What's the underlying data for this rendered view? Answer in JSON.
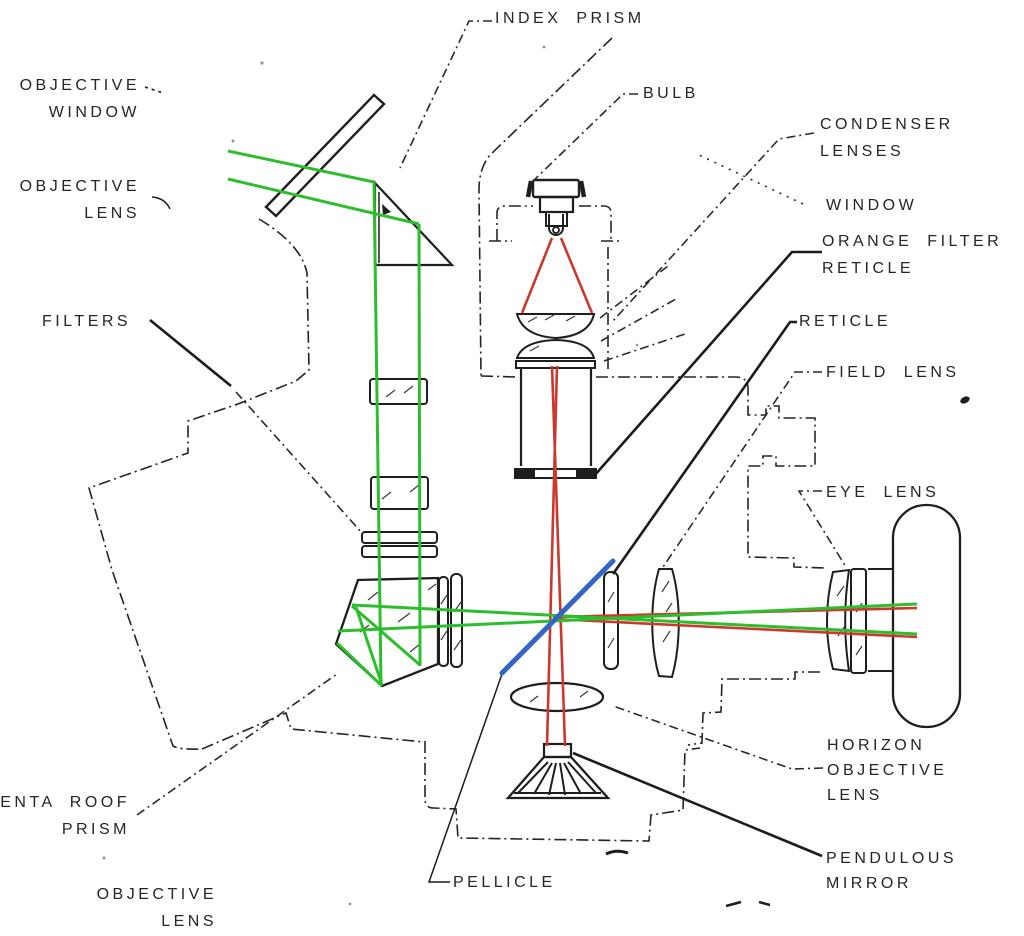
{
  "colors": {
    "green_ray": "#2dbe2d",
    "red_ray": "#cb392e",
    "blue_pellicle": "#3366c4",
    "ink": "#1e1e1e",
    "paper": "#ffffff"
  },
  "labels": {
    "objective_window": {
      "line1": "OBJECTIVE",
      "line2": "WINDOW"
    },
    "objective_lens_top": {
      "line1": "OBJECTIVE",
      "line2": "LENS"
    },
    "filters": {
      "line1": "FILTERS"
    },
    "index_prism": {
      "line1": "INDEX PRISM"
    },
    "bulb": {
      "line1": "BULB"
    },
    "condenser_lenses": {
      "line1": "CONDENSER",
      "line2": "LENSES"
    },
    "window": {
      "line1": "WINDOW"
    },
    "orange_filter_reticle": {
      "line1": "ORANGE FILTER",
      "line2": "RETICLE"
    },
    "reticle": {
      "line1": "RETICLE"
    },
    "field_lens": {
      "line1": "FIELD LENS"
    },
    "eye_lens": {
      "line1": "EYE LENS"
    },
    "horizon_objective_lens": {
      "line1": "HORIZON",
      "line2": "OBJECTIVE",
      "line3": "LENS"
    },
    "penta_roof_prism": {
      "line1": "ENTA ROOF",
      "line2": "PRISM"
    },
    "objective_lens_bottom": {
      "line1": "OBJECTIVE",
      "line2": "LENS"
    },
    "pellicle": {
      "line1": "PELLICLE"
    },
    "pendulous_mirror": {
      "line1": "PENDULOUS",
      "line2": "MIRROR"
    }
  }
}
